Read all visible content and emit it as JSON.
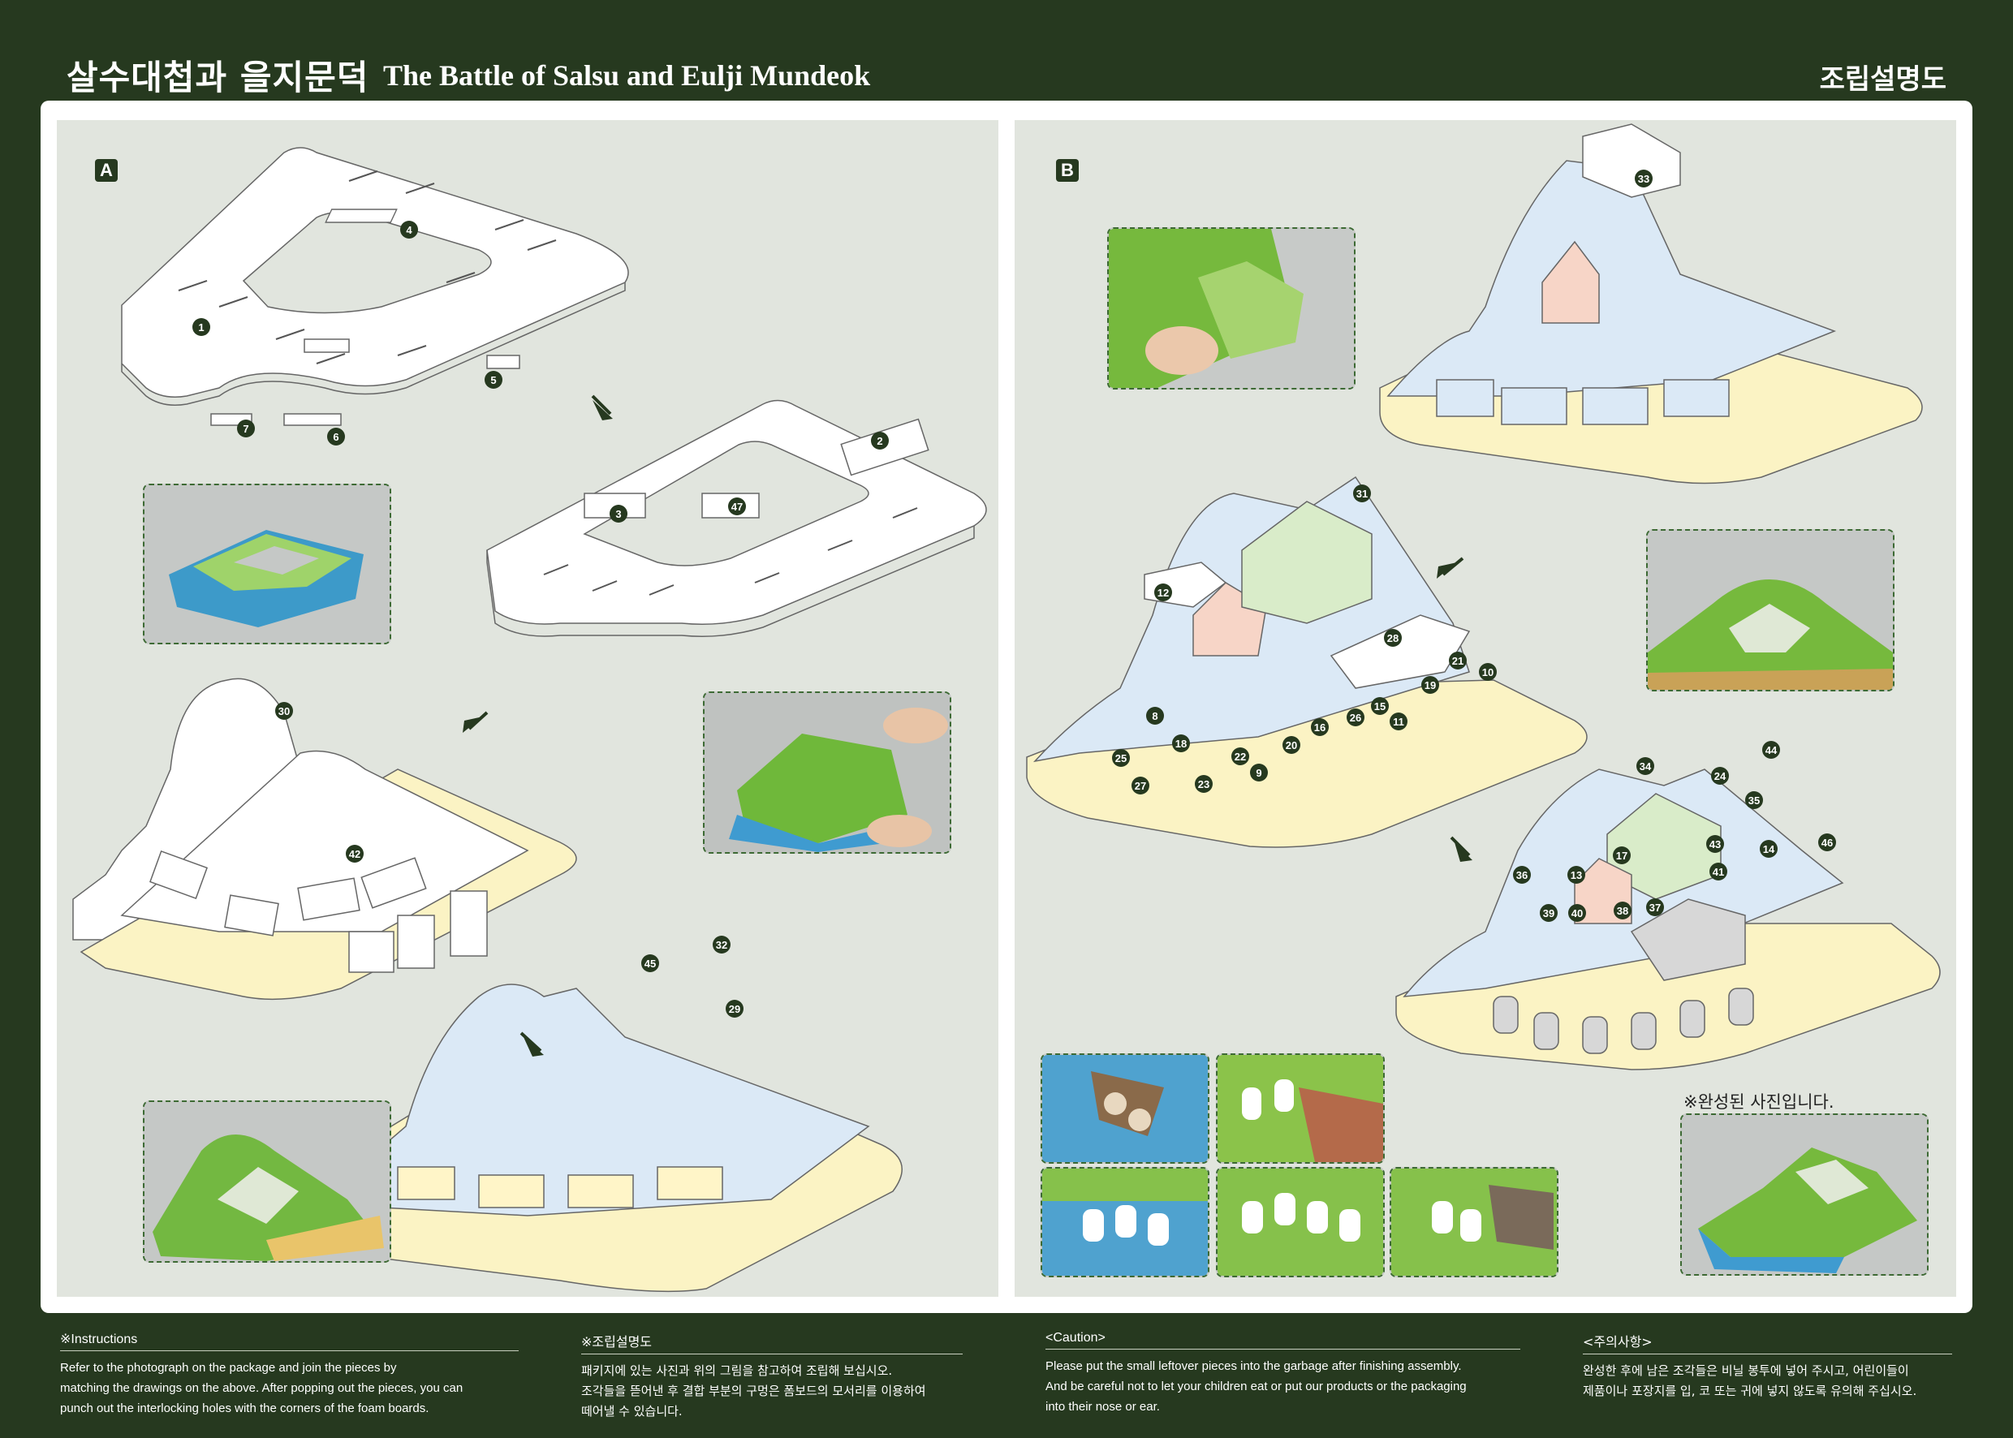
{
  "header": {
    "title_ko": "살수대첩과 을지문덕",
    "title_en": "The Battle of Salsu and Eulji Mundeok",
    "right_title": "조립설명도"
  },
  "panels": {
    "a": {
      "label": "A",
      "numbers": [
        "1",
        "4",
        "5",
        "7",
        "6",
        "2",
        "3",
        "47",
        "30",
        "42",
        "32",
        "45",
        "29"
      ]
    },
    "b": {
      "label": "B",
      "numbers": [
        "33",
        "31",
        "12",
        "28",
        "21",
        "10",
        "19",
        "8",
        "18",
        "22",
        "20",
        "16",
        "26",
        "15",
        "11",
        "25",
        "27",
        "23",
        "9",
        "34",
        "44",
        "24",
        "35",
        "17",
        "43",
        "14",
        "46",
        "36",
        "13",
        "41",
        "39",
        "40",
        "38",
        "37"
      ]
    }
  },
  "completed_note": "※완성된 사진입니다.",
  "footer": {
    "instructions_en": {
      "heading": "※Instructions",
      "lines": [
        "Refer to the photograph on the package and join the pieces by",
        "matching the drawings on the above. After popping out the pieces, you can",
        "punch out the interlocking holes with the corners of the foam boards."
      ]
    },
    "instructions_ko": {
      "heading": "※조립설명도",
      "lines": [
        "패키지에 있는 사진과 위의 그림을 참고하여 조립해 보십시오.",
        "조각들을 뜯어낸 후 결합 부분의 구멍은 폼보드의 모서리를 이용하여",
        "떼어낼 수 있습니다."
      ]
    },
    "caution_en": {
      "heading": "<Caution>",
      "lines": [
        "Please put the small leftover pieces into the garbage after finishing assembly.",
        "And be careful not to let your children eat or put our products or the packaging",
        "into their nose or ear."
      ]
    },
    "caution_ko": {
      "heading": "<주의사항>",
      "lines": [
        "완성한 후에 남은 조각들은 비닐 봉투에 넣어 주시고, 어린이들이",
        "제품이나 포장지를 입, 코 또는 귀에 넣지 않도록 유의해 주십시오."
      ]
    }
  },
  "colors": {
    "background": "#26391f",
    "panel": "#e1e5de",
    "sky": "#dbe9f6",
    "sand": "#fbf3c4",
    "roof_green": "#d9ecc9",
    "wall_pink": "#f7d5c7",
    "badge": "#26391f"
  }
}
